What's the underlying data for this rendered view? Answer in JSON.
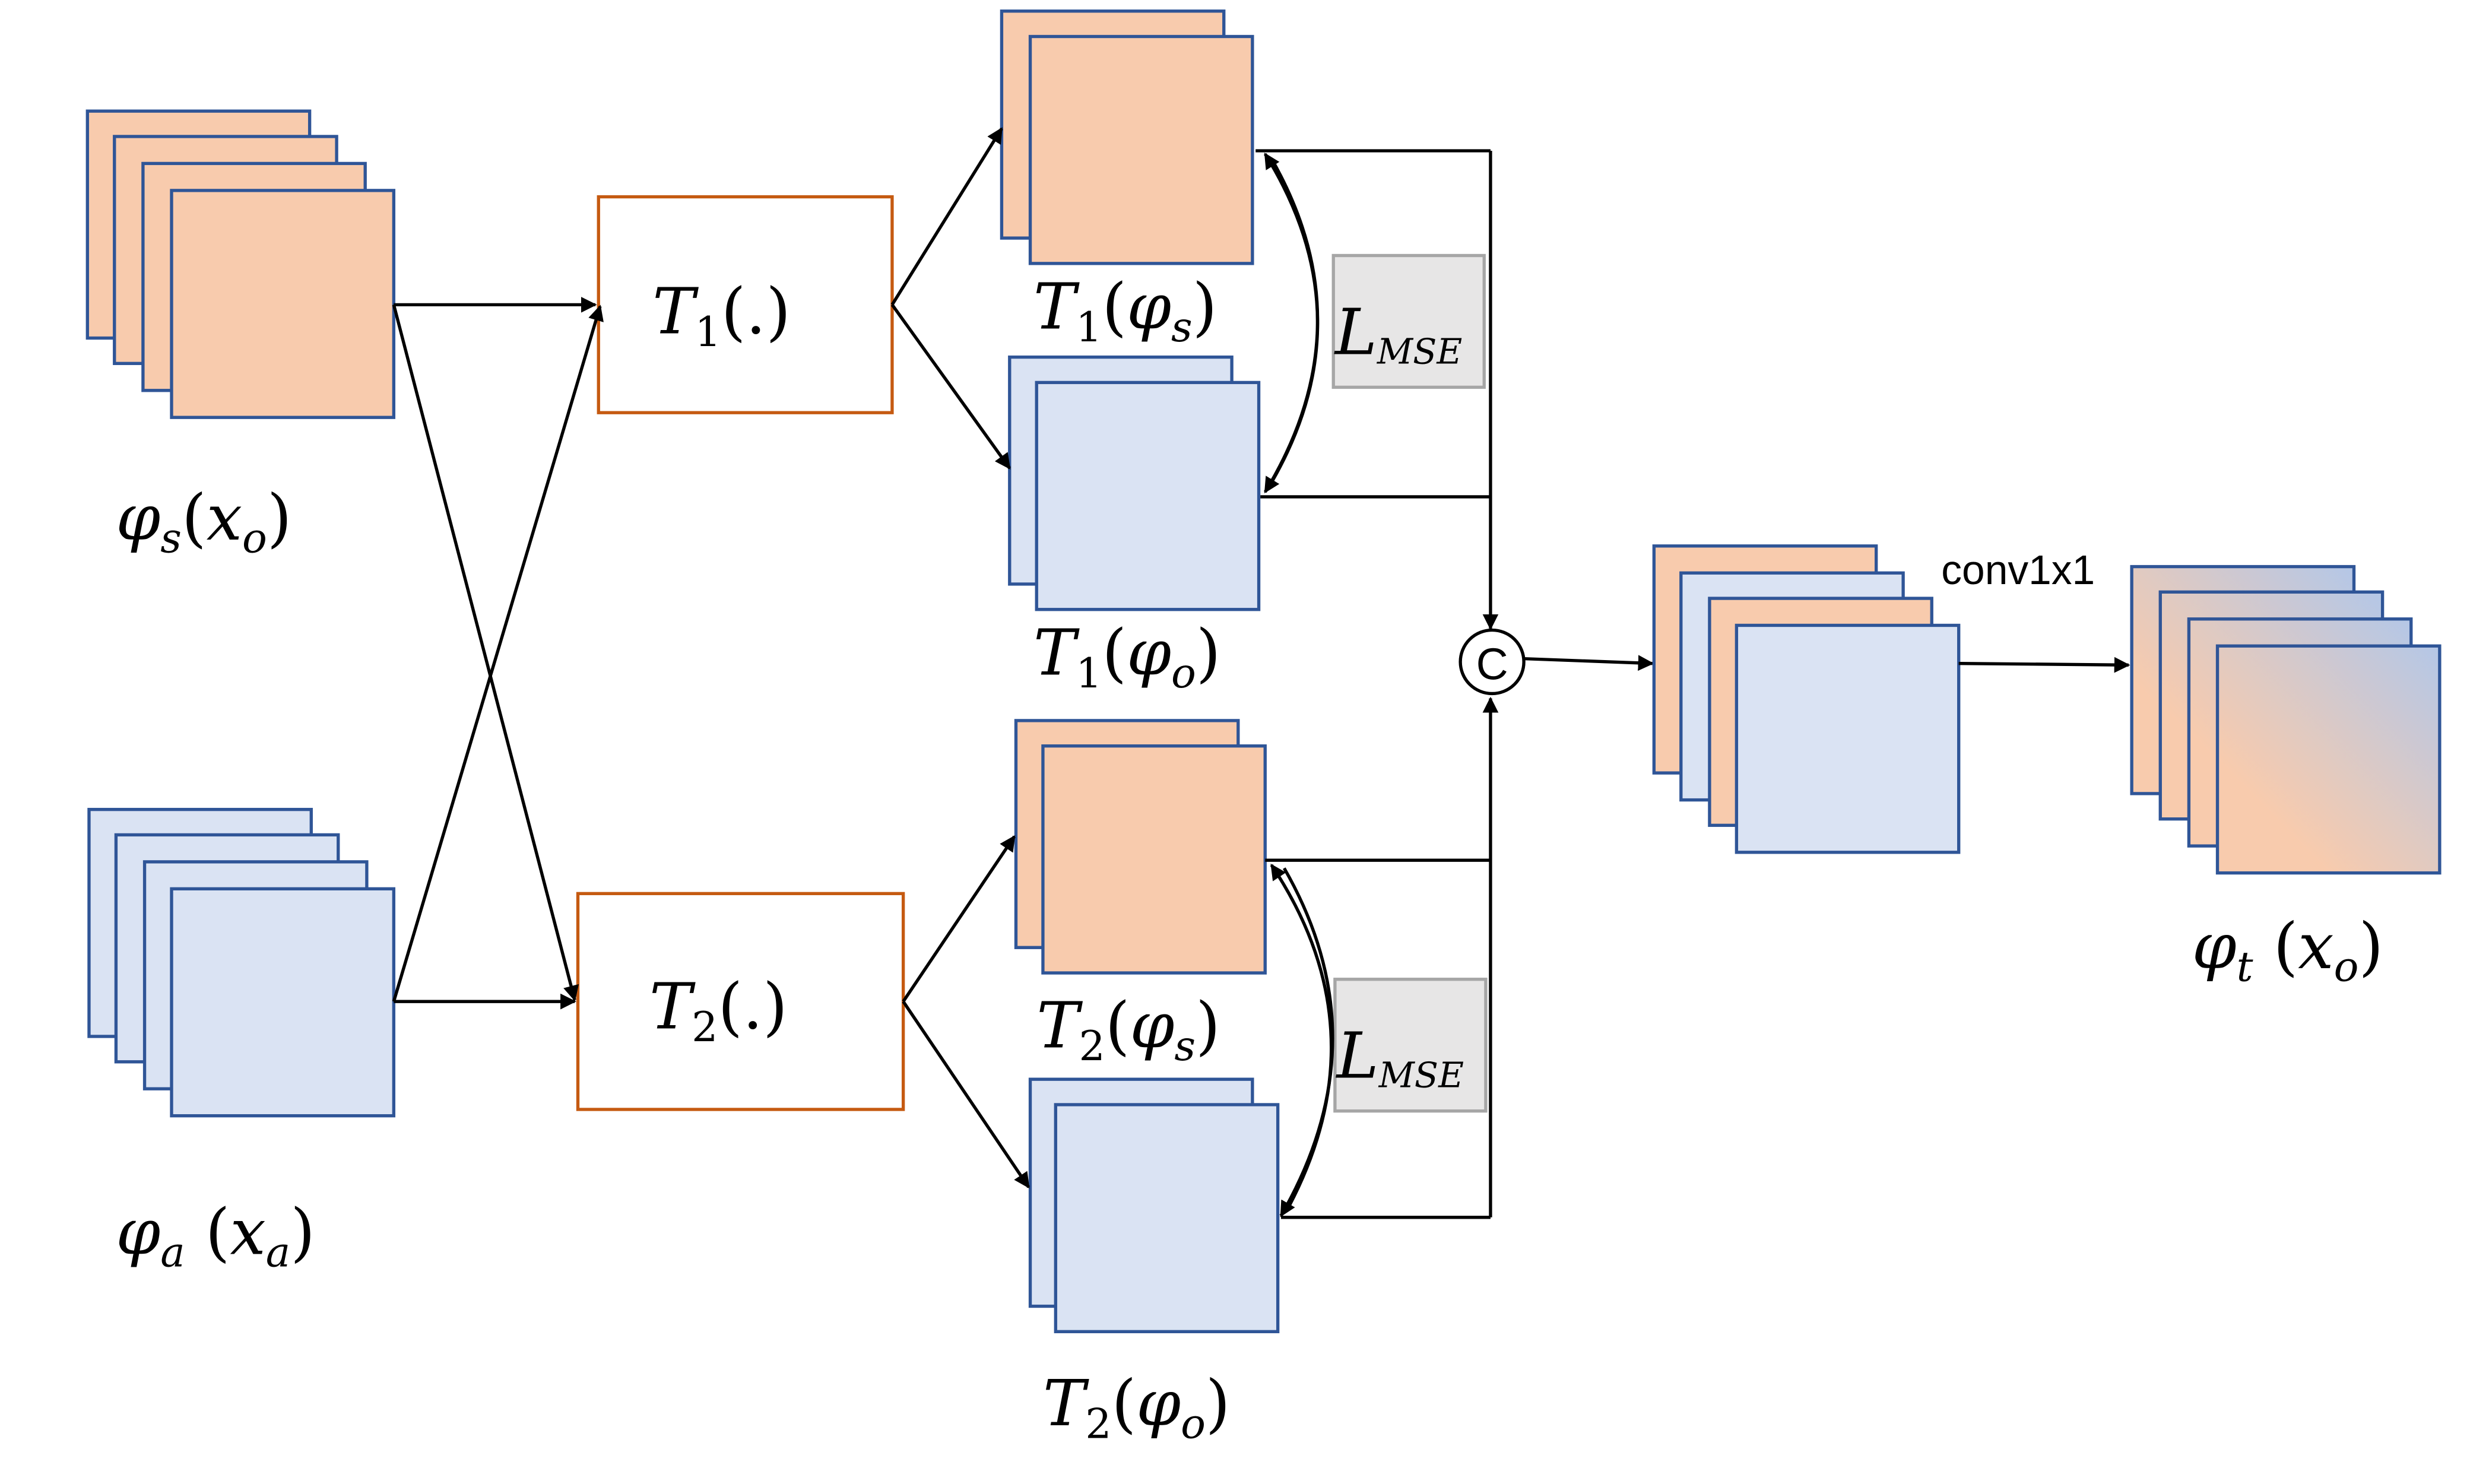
{
  "inputs": {
    "source": {
      "func": "φ",
      "func_sub": "s",
      "arg": "x",
      "arg_sub": "o"
    },
    "aux": {
      "func": "φ",
      "func_sub": "a",
      "arg": "x",
      "arg_sub": "a"
    }
  },
  "transforms": {
    "t1": {
      "name": "T",
      "sub": "1",
      "arg": "(.)"
    },
    "t2": {
      "name": "T",
      "sub": "2",
      "arg": "(.)"
    }
  },
  "outputs": {
    "t1_s": {
      "name": "T",
      "sub": "1",
      "func": "φ",
      "func_sub": "s"
    },
    "t1_o": {
      "name": "T",
      "sub": "1",
      "func": "φ",
      "func_sub": "o"
    },
    "t2_s": {
      "name": "T",
      "sub": "2",
      "func": "φ",
      "func_sub": "s"
    },
    "t2_o": {
      "name": "T",
      "sub": "2",
      "func": "φ",
      "func_sub": "o"
    }
  },
  "loss": {
    "name": "L",
    "sub": "MSE"
  },
  "concat": {
    "symbol": "C"
  },
  "conv": {
    "label": "conv1x1"
  },
  "target": {
    "func": "φ",
    "func_sub": "t",
    "arg": "x",
    "arg_sub": "o"
  },
  "colors": {
    "orange_fill": "#f8cbad",
    "blue_fill": "#dae3f3",
    "stack_border": "#2f5597",
    "transform_border": "#c55a11",
    "loss_fill": "#e7e6e6",
    "loss_border": "#a6a6a6",
    "arrow": "#000000"
  }
}
